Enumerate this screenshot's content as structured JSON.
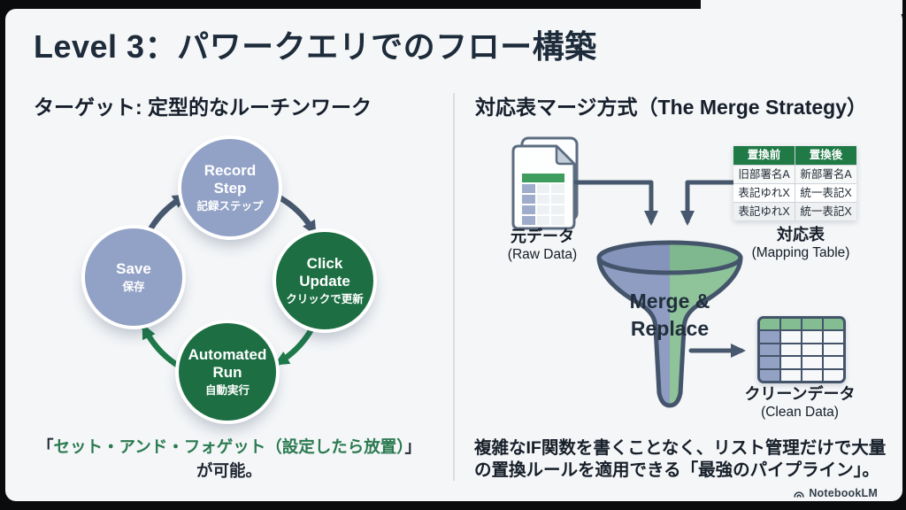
{
  "slide": {
    "title": "Level 3：パワークエリでのフロー構築",
    "left": {
      "heading": "ターゲット: 定型的なルーチンワーク",
      "cycle": {
        "record": {
          "line1": "Record",
          "line2": "Step",
          "sub": "記録ステップ",
          "color": "#92a2c6"
        },
        "click": {
          "line1": "Click",
          "line2": "Update",
          "sub": "クリックで更新",
          "color": "#1d6f43"
        },
        "automated": {
          "line1": "Automated",
          "line2": "Run",
          "sub": "自動実行",
          "color": "#1d6f43"
        },
        "save": {
          "line1": "Save",
          "sub": "保存",
          "color": "#92a2c6"
        }
      },
      "quote": {
        "open": "「",
        "highlight": "セット・アンド・フォゲット（設定したら放置）",
        "close": "」",
        "line2": "が可能。",
        "highlight_color": "#2b7a50"
      }
    },
    "right": {
      "heading": "対応表マージ方式（The Merge Strategy）",
      "raw_data": {
        "label": "元データ",
        "sublabel": "(Raw Data)"
      },
      "mapping": {
        "label": "対応表",
        "sublabel": "(Mapping Table)",
        "headers": [
          "置換前",
          "置換後"
        ],
        "rows": [
          [
            "旧部署名A",
            "新部署名A"
          ],
          [
            "表記ゆれX",
            "統一表記X"
          ],
          [
            "表記ゆれX",
            "統一表記X"
          ]
        ]
      },
      "funnel": {
        "line1": "Merge &",
        "line2": "Replace",
        "left_color": "#8e9dc1",
        "right_color": "#8fc49b"
      },
      "clean_data": {
        "label": "クリーンデータ",
        "sublabel": "(Clean Data)"
      },
      "caption_line1": "複雑なIF関数を書くことなく、リスト管理だけで大量",
      "caption_line2": "の置換ルールを適用できる「最強のパイプライン」。"
    },
    "footer": {
      "brand": "NotebookLM"
    }
  },
  "colors": {
    "slide_bg": "#f4f6f8",
    "frame_bg": "#0a0b0d",
    "text_dark": "#1d2b3a",
    "node_blue": "#92a2c6",
    "node_green": "#1d6f43",
    "arrow_slate": "#47586e",
    "arrow_green": "#1f7a4a",
    "table_header_green": "#1f7a46",
    "quote_green": "#2b7a50"
  }
}
